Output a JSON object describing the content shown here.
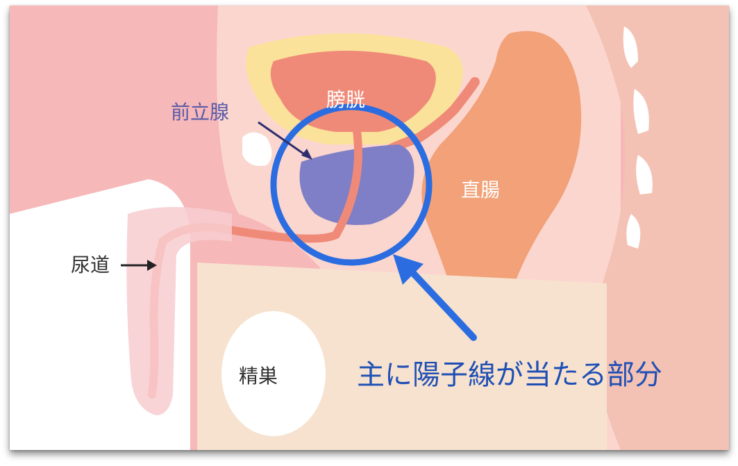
{
  "labels": {
    "prostate": "前立腺",
    "bladder": "膀胱",
    "rectum": "直腸",
    "urethra": "尿道",
    "testis": "精巣",
    "caption": "主に陽子線が当たる部分"
  },
  "colors": {
    "skin": "#f6b8b8",
    "body_light": "#fbd6cf",
    "bladder": "#f08a78",
    "bladder_rim": "#fbe29a",
    "prostate": "#7e7fc6",
    "rectum": "#f2a178",
    "thigh": "#f7e2cf",
    "highlight_circle": "#2b6de0",
    "arrow": "#2b6de0"
  },
  "icons": {
    "urethra_arrow": "right-arrow",
    "prostate_arrow": "down-right-arrow",
    "highlight_arrow": "up-left-arrow"
  }
}
